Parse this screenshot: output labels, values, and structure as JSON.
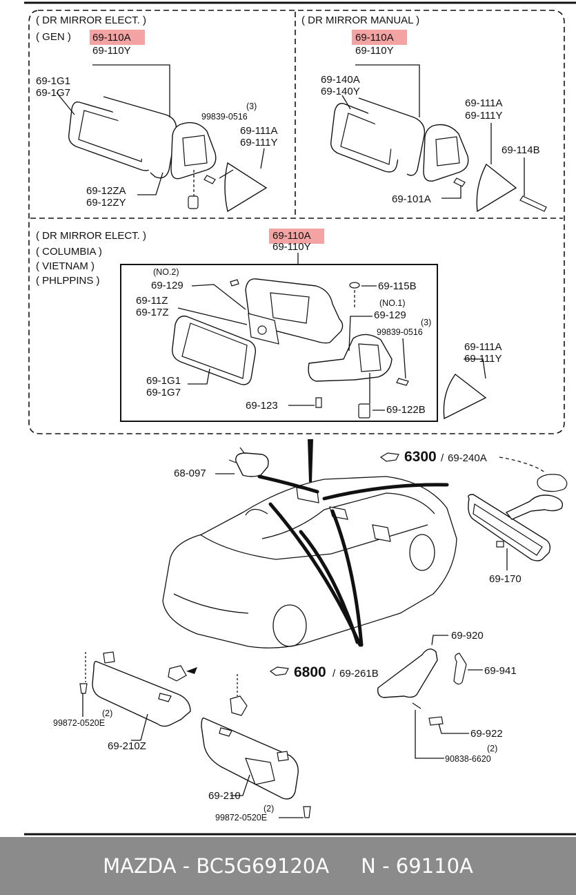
{
  "sections": {
    "gen": {
      "heading_line1": "( DR MIRROR  ELECT. )",
      "heading_line2": "( GEN )",
      "part_a": "69-110A",
      "part_b": "69-110Y",
      "labels": [
        "69-1G1",
        "69-1G7",
        "99839-0516",
        "(3)",
        "69-111A",
        "69-111Y",
        "69-12ZA",
        "69-12ZY"
      ]
    },
    "manual": {
      "heading": "( DR MIRROR  MANUAL )",
      "part_a": "69-110A",
      "part_b": "69-110Y",
      "labels": [
        "69-140A",
        "69-140Y",
        "69-111A",
        "69-111Y",
        "69-114B",
        "69-101A"
      ]
    },
    "columbia": {
      "heading_line1": "( DR MIRROR  ELECT. )",
      "heading_line2": "( COLUMBIA )",
      "heading_line3": "( VIETNAM )",
      "heading_line4": "( PHLPPINS )",
      "part_a": "69-110A",
      "part_b": "69-110Y",
      "labels": [
        "(NO.2)",
        "69-129",
        "69-11Z",
        "69-17Z",
        "69-1G1",
        "69-1G7",
        "69-115B",
        "(NO.1)",
        "69-129",
        "(3)",
        "99839-0516",
        "69-111A",
        "69-111Y",
        "69-123",
        "69-122B"
      ]
    },
    "lower": {
      "labels": [
        "68-097",
        "69-240A",
        "69-170",
        "69-261B",
        "69-920",
        "69-941",
        "69-922",
        "(2)",
        "90838-6620",
        "(2)",
        "99872-0520E",
        "69-210Z",
        "69-210",
        "(2)",
        "99872-0520E"
      ],
      "group_6300": "6300",
      "group_6800": "6800",
      "slash": "/"
    }
  },
  "footer": {
    "left": "MAZDA - BC5G69120A",
    "right": "N - 69110A"
  },
  "colors": {
    "highlight": "#f4a3a3",
    "footer_bg": "#8b8b8b",
    "footer_text": "#ffffff"
  }
}
